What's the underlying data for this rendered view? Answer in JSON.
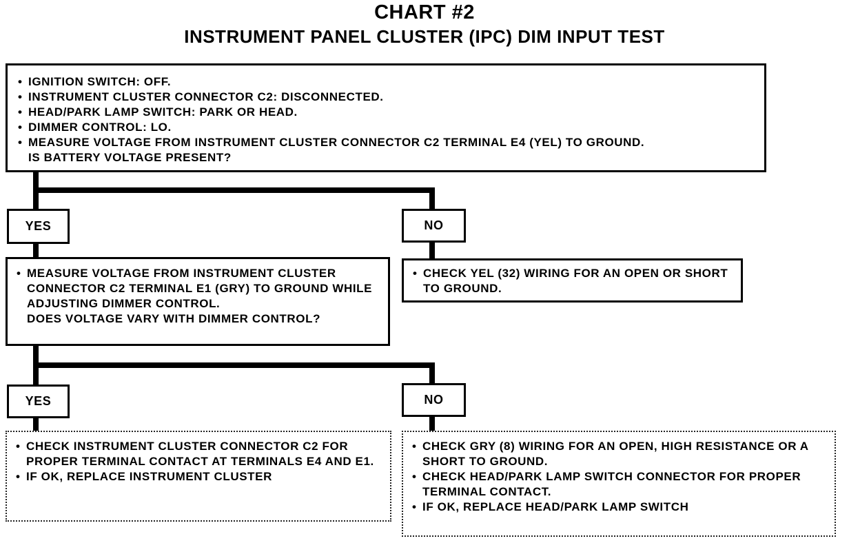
{
  "title": "CHART #2",
  "subtitle": "INSTRUMENT PANEL CLUSTER (IPC) DIM INPUT TEST",
  "step1": {
    "items": [
      "IGNITION SWITCH: OFF.",
      "INSTRUMENT CLUSTER CONNECTOR C2: DISCONNECTED.",
      "HEAD/PARK LAMP SWITCH: PARK OR HEAD.",
      "DIMMER CONTROL: LO.",
      "MEASURE VOLTAGE FROM INSTRUMENT CLUSTER CONNECTOR C2 TERMINAL E4 (YEL) TO GROUND."
    ],
    "question": "IS BATTERY VOLTAGE PRESENT?"
  },
  "branch1": {
    "yes": "YES",
    "no": "NO"
  },
  "step2": {
    "items": [
      "MEASURE VOLTAGE FROM INSTRUMENT CLUSTER CONNECTOR C2 TERMINAL E1 (GRY) TO GROUND WHILE ADJUSTING DIMMER CONTROL."
    ],
    "question": "DOES VOLTAGE VARY WITH DIMMER CONTROL?"
  },
  "no1_result": {
    "items": [
      "CHECK YEL (32) WIRING FOR AN OPEN OR SHORT TO GROUND."
    ]
  },
  "branch2": {
    "yes": "YES",
    "no": "NO"
  },
  "yes2_result": {
    "items": [
      "CHECK INSTRUMENT CLUSTER CONNECTOR C2 FOR PROPER TERMINAL CONTACT AT TERMINALS E4 AND E1.",
      "IF OK, REPLACE INSTRUMENT CLUSTER"
    ]
  },
  "no2_result": {
    "items": [
      "CHECK GRY (8) WIRING FOR AN OPEN, HIGH RESISTANCE OR A SHORT TO GROUND.",
      "CHECK HEAD/PARK LAMP SWITCH CONNECTOR FOR PROPER TERMINAL CONTACT.",
      "IF OK, REPLACE HEAD/PARK LAMP SWITCH"
    ]
  }
}
